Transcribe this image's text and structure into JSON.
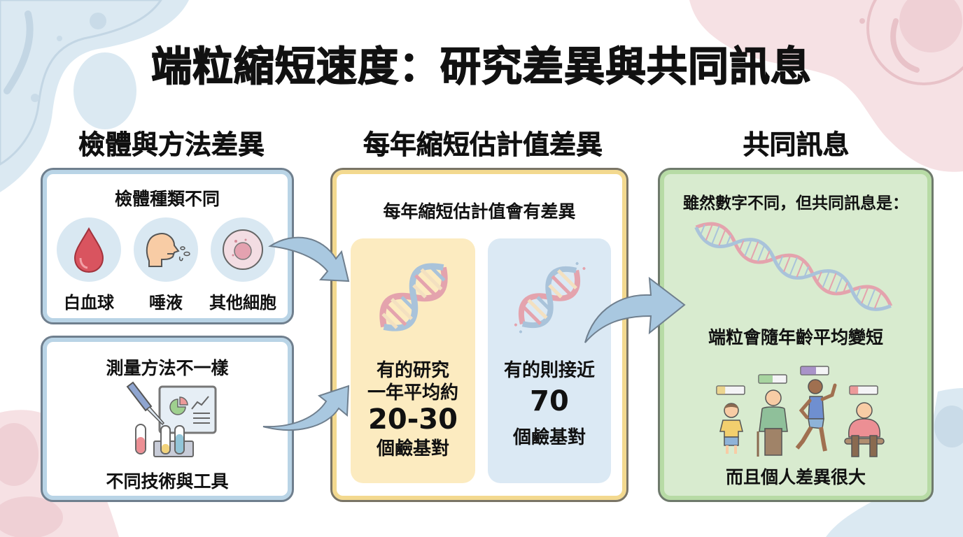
{
  "title": "端粒縮短速度：研究差異與共同訊息",
  "columns": {
    "left": {
      "heading": "檢體與方法差異",
      "specimen_card": {
        "title": "檢體種類不同",
        "items": [
          {
            "label": "白血球",
            "icon": "blood-drop-icon"
          },
          {
            "label": "唾液",
            "icon": "saliva-icon"
          },
          {
            "label": "其他細胞",
            "icon": "cell-icon"
          }
        ]
      },
      "method_card": {
        "title": "測量方法不一樣",
        "icon": "lab-tools-icon",
        "caption": "不同技術與工具"
      }
    },
    "middle": {
      "heading": "每年縮短估計值差異",
      "card_title": "每年縮短估計值會有差異",
      "estimate_a": {
        "line1": "有的研究",
        "line2": "一年平均約",
        "value": "20-30",
        "unit": "個鹼基對"
      },
      "estimate_b": {
        "line1": "有的則接近",
        "value": "70",
        "unit": "個鹼基對"
      }
    },
    "right": {
      "heading": "共同訊息",
      "intro": "雖然數字不同，但共同訊息是：",
      "message1": "端粒會隨年齡平均變短",
      "message2": "而且個人差異很大",
      "people": [
        {
          "icon": "child-icon",
          "bar_fill": 0.3,
          "bar_color": "#ecd58f"
        },
        {
          "icon": "elderly-with-cane-icon",
          "bar_fill": 0.5,
          "bar_color": "#a7d4a0"
        },
        {
          "icon": "runner-icon",
          "bar_fill": 0.55,
          "bar_color": "#a993c9"
        },
        {
          "icon": "seated-person-icon",
          "bar_fill": 0.3,
          "bar_color": "#ec9a9a"
        }
      ]
    }
  },
  "colors": {
    "blue_frame": "#b9d4e6",
    "yellow_frame": "#f3d98f",
    "green_frame": "#b7dba5",
    "arrow": "#a9c8e0",
    "dna_red": "#e4a3ad",
    "dna_blue": "#a9c3da"
  }
}
